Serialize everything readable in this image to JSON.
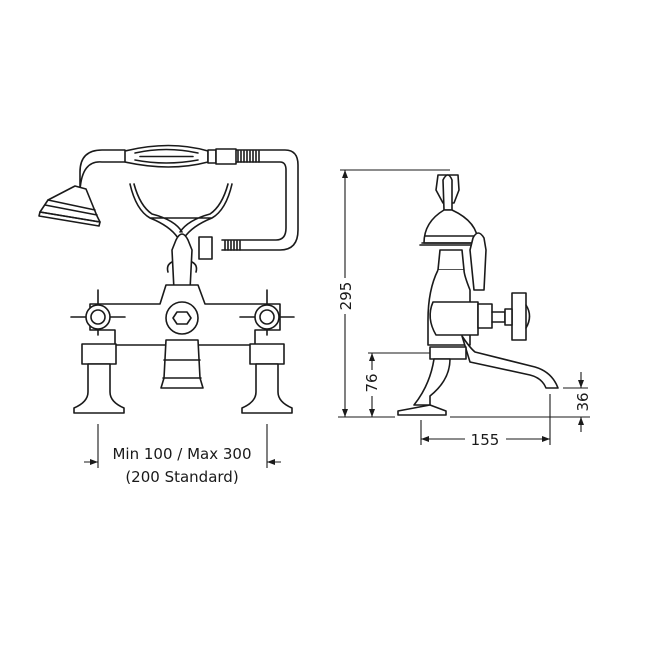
{
  "front_view": {
    "width_label_line1": "Min 100 / Max 300",
    "width_label_line2": "(200 Standard)"
  },
  "side_view": {
    "overall_height": "295",
    "spout_body_height": "76",
    "spout_outlet_height": "36",
    "spout_projection": "155"
  }
}
